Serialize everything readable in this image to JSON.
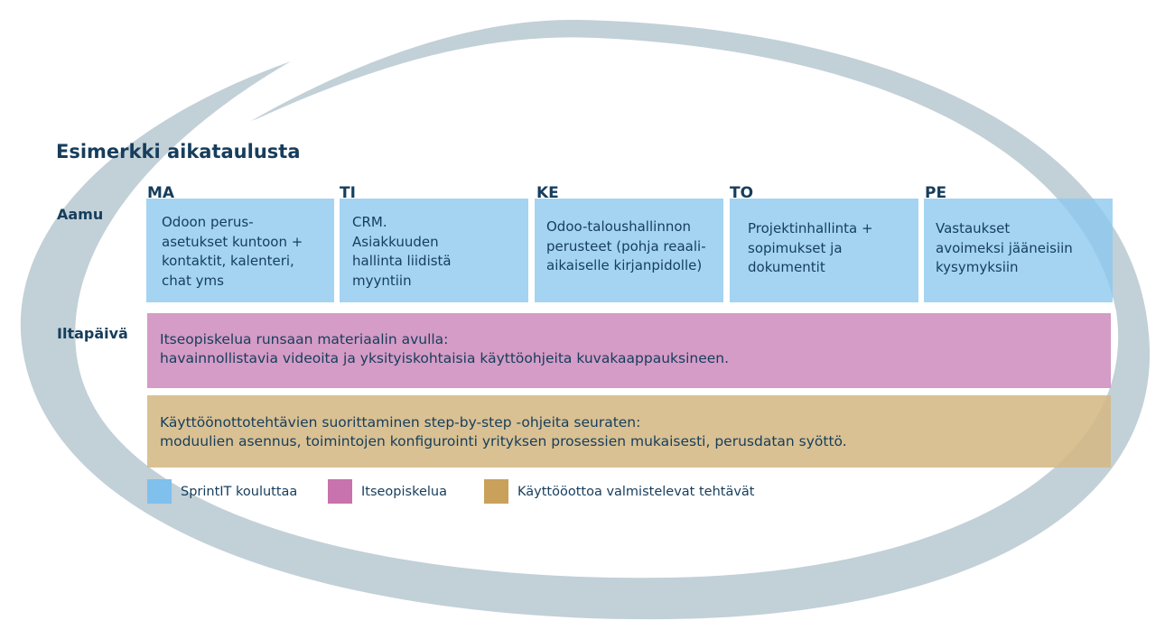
{
  "title": "Esimerkki aikataulusta",
  "rows": {
    "morning": "Aamu",
    "afternoon": "Iltapäivä"
  },
  "days": [
    {
      "label": "MA",
      "text": "Odoon perus-\nasetukset kuntoon +\nkontaktit, kalenteri,\nchat yms"
    },
    {
      "label": "TI",
      "text": "CRM.\nAsiakkuuden\nhallinta liidistä\nmyyntiin"
    },
    {
      "label": "KE",
      "text": "Odoo-taloushallinnon\nperusteet (pohja reaali-\naikaiselle kirjanpidolle)"
    },
    {
      "label": "TO",
      "text": "Projektinhallinta +\nsopimukset ja\ndokumentit"
    },
    {
      "label": "PE",
      "text": "Vastaukset\navoimeksi jääneisiin\nkysymyksiin"
    }
  ],
  "self_study": {
    "line1": "Itseopiskelua runsaan materiaalin avulla:",
    "line2": "havainnollistavia videoita ja  yksityiskohtaisia käyttöohjeita kuvakaappauksineen."
  },
  "deployment": {
    "line1": "Käyttöönottotehtävien suorittaminen step-by-step -ohjeita seuraten:",
    "line2": "moduulien asennus, toimintojen konfigurointi yrityksen prosessien mukaisesti, perusdatan syöttö."
  },
  "legend": [
    {
      "label": "SprintIT kouluttaa",
      "color": "#7fc0ec"
    },
    {
      "label": "Itseopiskelua",
      "color": "#c872ae"
    },
    {
      "label": "Käyttööottoa valmistelevat tehtävät",
      "color": "#c9a15a"
    }
  ],
  "colors": {
    "swoosh": "#c2d0d8",
    "text": "#163d5c"
  }
}
